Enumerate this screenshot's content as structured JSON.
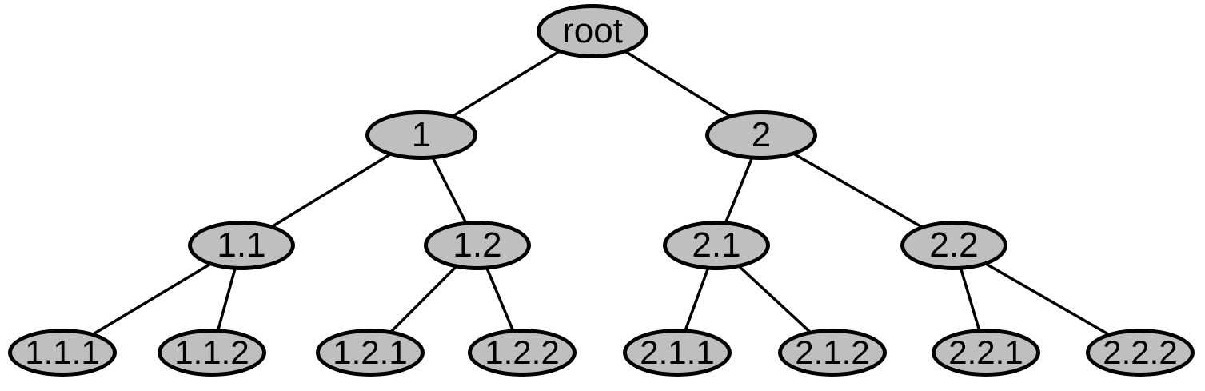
{
  "diagram": {
    "type": "tree",
    "nodes": [
      {
        "id": "root",
        "label": "root"
      },
      {
        "id": "1",
        "label": "1"
      },
      {
        "id": "2",
        "label": "2"
      },
      {
        "id": "1.1",
        "label": "1.1"
      },
      {
        "id": "1.2",
        "label": "1.2"
      },
      {
        "id": "2.1",
        "label": "2.1"
      },
      {
        "id": "2.2",
        "label": "2.2"
      },
      {
        "id": "1.1.1",
        "label": "1.1.1"
      },
      {
        "id": "1.1.2",
        "label": "1.1.2"
      },
      {
        "id": "1.2.1",
        "label": "1.2.1"
      },
      {
        "id": "1.2.2",
        "label": "1.2.2"
      },
      {
        "id": "2.1.1",
        "label": "2.1.1"
      },
      {
        "id": "2.1.2",
        "label": "2.1.2"
      },
      {
        "id": "2.2.1",
        "label": "2.2.1"
      },
      {
        "id": "2.2.2",
        "label": "2.2.2"
      }
    ],
    "edges": [
      [
        "root",
        "1"
      ],
      [
        "root",
        "2"
      ],
      [
        "1",
        "1.1"
      ],
      [
        "1",
        "1.2"
      ],
      [
        "2",
        "2.1"
      ],
      [
        "2",
        "2.2"
      ],
      [
        "1.1",
        "1.1.1"
      ],
      [
        "1.1",
        "1.1.2"
      ],
      [
        "1.2",
        "1.2.1"
      ],
      [
        "1.2",
        "1.2.2"
      ],
      [
        "2.1",
        "2.1.1"
      ],
      [
        "2.1",
        "2.1.2"
      ],
      [
        "2.2",
        "2.2.1"
      ],
      [
        "2.2",
        "2.2.2"
      ]
    ],
    "colors": {
      "node_fill": "#bfbfbf",
      "node_border": "#000000",
      "edge": "#000000",
      "text": "#000000",
      "background": "#ffffff"
    }
  }
}
